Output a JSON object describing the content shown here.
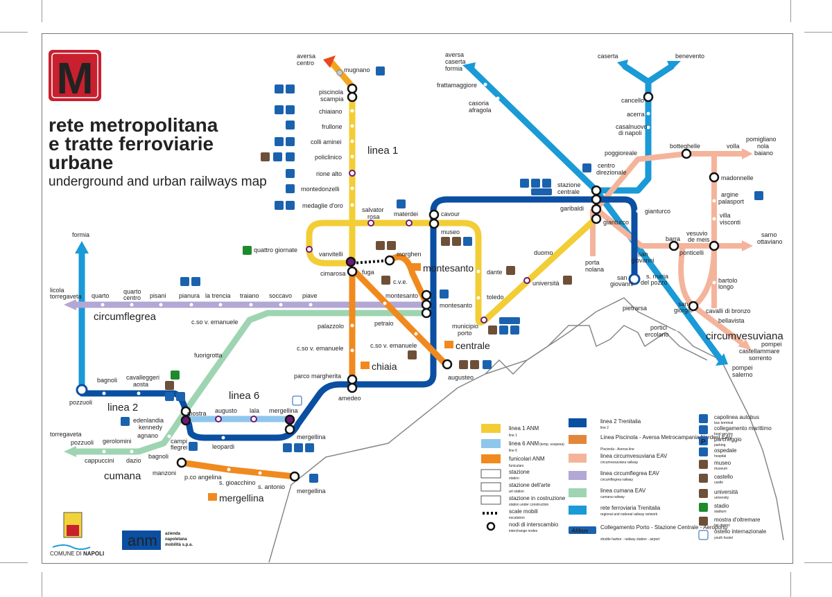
{
  "logo": {
    "letter": "M"
  },
  "title": {
    "line1": "rete metropolitana",
    "line2": "e tratte ferroviarie",
    "line3": "urbane",
    "subtitle": "underground and urban railways map"
  },
  "colors": {
    "linea1": "#f2cd35",
    "linea6": "#8fc6ec",
    "funicolari": "#f08a1f",
    "linea2": "#0a4fa2",
    "circumvesuviana": "#f4b49b",
    "circumflegrea": "#b3a7d6",
    "cumana": "#9ed4b2",
    "trenitalia": "#1a9ad6",
    "brand_red": "#c8202f",
    "icon_blue": "#1b62ae",
    "museum_brown": "#6e5038"
  },
  "line_labels": {
    "linea1": "linea 1",
    "linea2": "linea 2",
    "linea6": "linea 6",
    "circumflegrea": "circumflegrea",
    "cumana": "cumana",
    "circumvesuviana": "circumvesuviana",
    "montesanto": "montesanto",
    "chiaia": "chiaia",
    "centrale": "centrale",
    "mergellina": "mergellina"
  },
  "stations": {
    "aversa_centro": [
      "aversa",
      "centro"
    ],
    "mugnano": "mugnano",
    "piscinola": [
      "piscinola",
      "scampia"
    ],
    "chiaiano": "chiaiano",
    "frullone": "frullone",
    "colli_aminei": "colli aminei",
    "policlinico": "policlinico",
    "rione_alto": "rione alto",
    "montedonzelli": "montedonzelli",
    "medaglie_oro": "medaglie d'oro",
    "quattro_giornate": "quattro giornate",
    "vanvitelli": "vanvitelli",
    "cimarosa": "cimarosa",
    "fuga": "fuga",
    "salvator_rosa": [
      "salvator",
      "rosa"
    ],
    "materdei": "materdei",
    "cavour": "cavour",
    "museo": "museo",
    "morghen": "morghen",
    "cve": "c.v.e.",
    "dante": "dante",
    "toledo": "toledo",
    "universita": "università",
    "duomo": "duomo",
    "garibaldi": "garibaldi",
    "municipio": [
      "municipio",
      "porto"
    ],
    "montesanto_a": "montesanto",
    "montesanto_b": "montesanto",
    "palazzolo": "palazzolo",
    "petraio": "petraio",
    "cso_ve_1": "c.so v. emanuele",
    "cso_ve_2": "c.so v. emanuele",
    "cso_ve_3": "c.so v. emanuele",
    "parco_margherita": "parco margherita",
    "amedeo": "amedeo",
    "augusteo": "augusteo",
    "aversa_caserta": [
      "aversa",
      "caserta",
      "formia"
    ],
    "frattamaggiore": "frattamaggiore",
    "casoria": [
      "casoria",
      "afragola"
    ],
    "caserta": "caserta",
    "benevento": "benevento",
    "cancello": "cancello",
    "acerra": "acerra",
    "casalnuovo": [
      "casalnuovo",
      "di napoli"
    ],
    "poggioreale": "poggioreale",
    "centro_direzionale": [
      "centro",
      "direzionale"
    ],
    "stazione_centrale": [
      "stazione",
      "centrale"
    ],
    "gianturco_a": "gianturco",
    "gianturco_b": "gianturco",
    "botteghelle": "botteghelle",
    "volla": "volla",
    "pomigliano": [
      "pomigliano",
      "nola",
      "baiano"
    ],
    "madonnelle": "madonnelle",
    "argine": [
      "argine",
      "palasport"
    ],
    "villa_visconti": [
      "villa",
      "visconti"
    ],
    "sarno": [
      "sarno",
      "ottaviano"
    ],
    "barra": "barra",
    "vesuvio_de_meis": [
      "vesuvio",
      "de meis"
    ],
    "ponticelli": "ponticelli",
    "porta_nolana": [
      "porta",
      "nolana"
    ],
    "san_giovanni_a": [
      "san",
      "giovanni"
    ],
    "san_giovanni_b": [
      "san",
      "giovanni"
    ],
    "s_maria_pozzo": [
      "s. maria",
      "del pozzo"
    ],
    "bartolo_longo": [
      "bartolo",
      "longo"
    ],
    "san_giorgio": [
      "san",
      "giorgio"
    ],
    "cavalli_bronzo": "cavalli di bronzo",
    "bellavista": "bellavista",
    "pietrarsa": "pietrarsa",
    "portici": [
      "portici",
      "ercolano"
    ],
    "pompei_cast": [
      "pompei",
      "castellammare",
      "sorrento"
    ],
    "pompei_salerno": [
      "pompei",
      "salerno"
    ],
    "formia": "formia",
    "licola": [
      "licola",
      "torregaveta"
    ],
    "quarto": "quarto",
    "quarto_centro": [
      "quarto",
      "centro"
    ],
    "pisani": "pisani",
    "pianura": "pianura",
    "la_trencia": "la trencia",
    "traiano": "traiano",
    "soccavo": "soccavo",
    "piave": "piave",
    "fuorigrotta": "fuorigrotta",
    "pozzuoli_a": "pozzuoli",
    "bagnoli_a": "bagnoli",
    "cavalleggeri": [
      "cavalleggeri",
      "aosta"
    ],
    "edenlandia": [
      "edenlandia",
      "kennedy"
    ],
    "mostra": "mostra",
    "augusto": "augusto",
    "lala": "lala",
    "mergellina_l6": "mergellina",
    "mergellina_l2": "mergellina",
    "leopardi": "leopardi",
    "campi_flegrei": [
      "campi",
      "flegrei"
    ],
    "torregaveta": "torregaveta",
    "pozzuoli_b": "pozzuoli",
    "gerolomini": "gerolomini",
    "agnano": "agnano",
    "cappuccini": "cappuccini",
    "dazio": "dazio",
    "bagnoli_b": "bagnoli",
    "manzoni": "manzoni",
    "pco_angelina": "p.co angelina",
    "s_gioacchino": "s. gioacchino",
    "s_antonio": "s. antonio",
    "mergellina_fun": "mergellina"
  },
  "legend": {
    "col1": [
      {
        "icon": "linea1",
        "label": "linea 1 ANM",
        "sub": "line 1"
      },
      {
        "icon": "linea6",
        "label": "linea 6 ANM",
        "extra": "(temp. sospesa)",
        "sub": "line 6"
      },
      {
        "icon": "funicolari",
        "label": "funicolari ANM",
        "sub": "funiculars"
      },
      {
        "icon": "station",
        "label": "stazione",
        "sub": "station"
      },
      {
        "icon": "art-station",
        "label": "stazione dell'arte",
        "sub": "art station"
      },
      {
        "icon": "construction",
        "label": "stazione in costruzione",
        "sub": "station under construction"
      },
      {
        "icon": "escalators",
        "label": "scale mobili",
        "sub": "escalators"
      },
      {
        "icon": "interchange",
        "label": "nodi di interscambio",
        "sub": "interchange nodes"
      }
    ],
    "col2": [
      {
        "icon": "linea2",
        "label": "linea 2 Trenitalia",
        "sub": "line 2"
      },
      {
        "icon": "eav",
        "label": "Linea Piscinola - Aversa Metrocampania Nordest EAV",
        "sub": "Piscinola - Aversa line"
      },
      {
        "icon": "circumvesuviana",
        "label": "linea circumvesuviana EAV",
        "sub": "circumvesuviana railway"
      },
      {
        "icon": "circumflegrea",
        "label": "linea circumflegrea EAV",
        "sub": "circumflegrea railway"
      },
      {
        "icon": "cumana",
        "label": "linea cumana EAV",
        "sub": "cumana railway"
      },
      {
        "icon": "trenitalia",
        "label": "rete ferroviaria Trenitalia",
        "sub": "regional and national railway network"
      },
      {
        "icon": "alibus",
        "label": "Collegamento Porto - Stazione Centrale - Aeroporto",
        "sub": "shuttle harbor - railway station - airport"
      }
    ],
    "col3": [
      {
        "icon": "bus",
        "label": "capolinea autobus",
        "sub": "bus terminal"
      },
      {
        "icon": "boat",
        "label": "collegamento marittimo",
        "sub": "boat service"
      },
      {
        "icon": "parking",
        "label": "parcheggio",
        "sub": "parking"
      },
      {
        "icon": "hospital",
        "label": "ospedale",
        "sub": "hospital"
      },
      {
        "icon": "museum",
        "label": "museo",
        "sub": "museum"
      },
      {
        "icon": "castle",
        "label": "castello",
        "sub": "castle"
      },
      {
        "icon": "university",
        "label": "università",
        "sub": "university"
      },
      {
        "icon": "stadium",
        "label": "stadio",
        "sub": "stadium"
      },
      {
        "icon": "fair",
        "label": "mostra d'oltremare",
        "sub": "fair district"
      },
      {
        "icon": "hostel",
        "label": "ostello internazionale",
        "sub": "youth hostel"
      }
    ],
    "alibus_text": "Alibus",
    "parking_letter": "P"
  },
  "footer": {
    "comune_prefix": "COMUNE DI ",
    "comune_name": "NAPOLI",
    "anm": "anm",
    "anm_full": [
      "azienda",
      "napoletana",
      "mobilità s.p.a."
    ]
  }
}
